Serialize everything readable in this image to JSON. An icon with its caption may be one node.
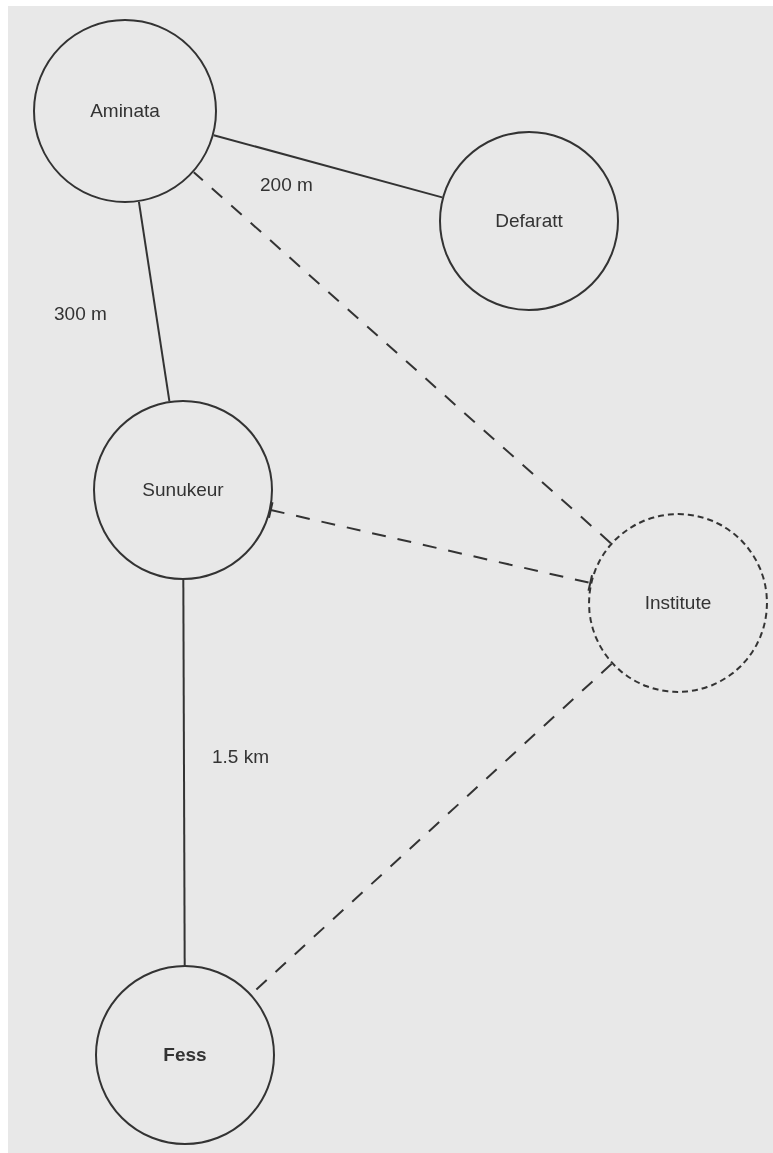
{
  "diagram": {
    "nodes": [
      {
        "text": [
          "Aminata"
        ]
      },
      {
        "text": [
          "Defaratt"
        ]
      },
      {
        "text": [
          "Sunukeur"
        ]
      },
      {
        "text": [
          "Institute"
        ]
      },
      {
        "text": [
          "Fess"
        ]
      }
    ],
    "edges": [
      {
        "from": 0,
        "to": 1,
        "arrow": "none",
        "label": "200 m"
      },
      {
        "from": 0,
        "to": 2,
        "arrow": "none",
        "label": "300 m"
      },
      {
        "from": 3,
        "to": 0,
        "arrow": "none",
        "style": "dashed"
      },
      {
        "from": 2,
        "to": 3,
        "arrow": "other",
        "style": "dashed"
      },
      {
        "from": 2,
        "to": 4,
        "arrow": "none",
        "label": "1.5 km"
      },
      {
        "from": 3,
        "to": 4,
        "arrow": "none",
        "style": "dashed"
      }
    ]
  }
}
